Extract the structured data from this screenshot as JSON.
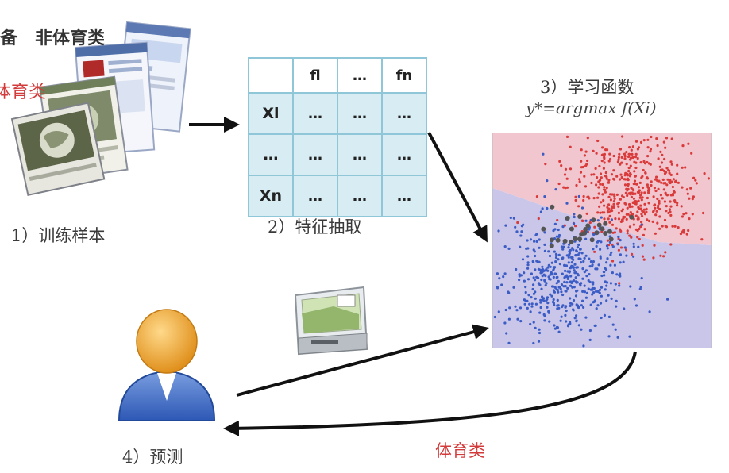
{
  "labels": {
    "partial_top_char": "备",
    "non_sports": "非体育类",
    "sports_left": "体育类",
    "step1": "1）训练样本",
    "step2": "2）特征抽取",
    "step3": "3）学习函数",
    "formula": "y*=argmax f(Xi)",
    "step4": "4）预测",
    "sports_bottom": "体育类"
  },
  "feature_table": {
    "header": [
      "",
      "fl",
      "…",
      "fn"
    ],
    "rows": [
      [
        "Xl",
        "…",
        "…",
        "…"
      ],
      [
        "…",
        "…",
        "…",
        "…"
      ],
      [
        "Xn",
        "…",
        "…",
        "…"
      ]
    ]
  },
  "colors": {
    "sports_text": "#d33b3b",
    "table_border": "#8fc7d9",
    "table_fill": "#d7edf3",
    "region_pink": "#f2c6cf",
    "region_lavender": "#c9c6ea",
    "points_red": "#d93a3a",
    "points_blue": "#3b5cc4",
    "boundary_points": "#555555",
    "arrows": "#111111"
  },
  "icons": [
    "webpage-stack-icon",
    "user-person-icon",
    "printer-document-icon"
  ]
}
